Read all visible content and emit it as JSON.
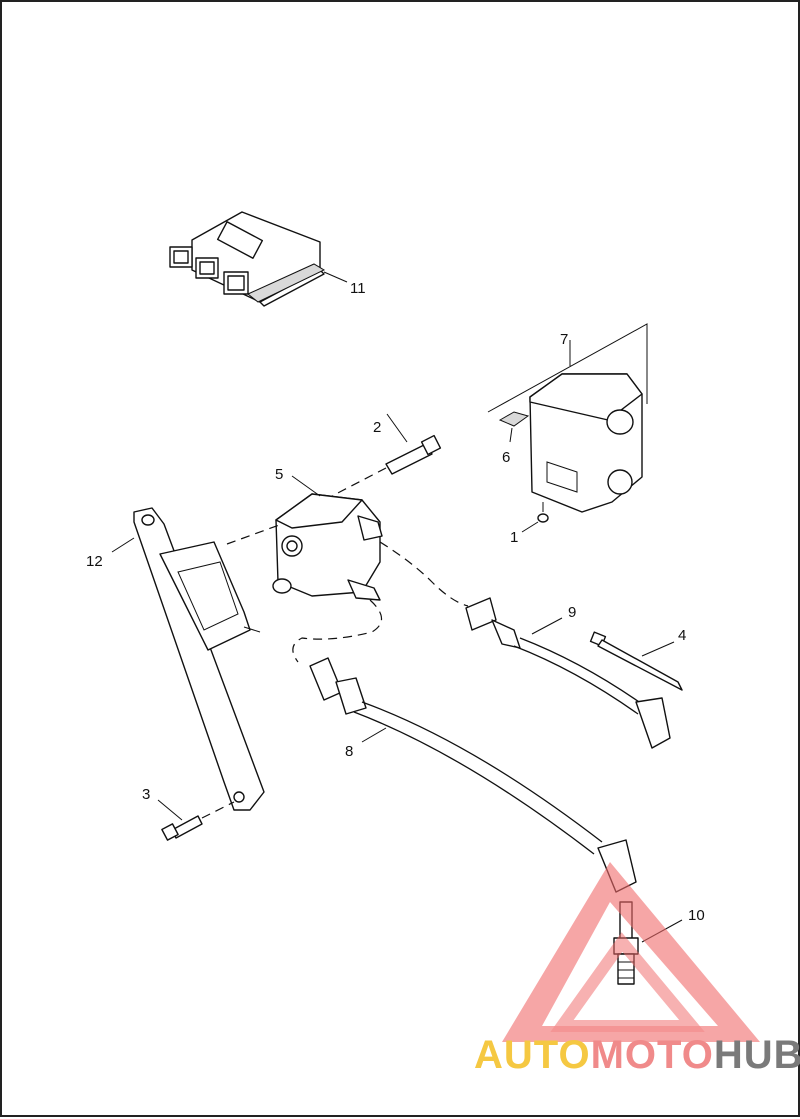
{
  "diagram": {
    "callouts": [
      {
        "id": "1",
        "label": "1"
      },
      {
        "id": "2",
        "label": "2"
      },
      {
        "id": "3",
        "label": "3"
      },
      {
        "id": "4",
        "label": "4"
      },
      {
        "id": "5",
        "label": "5"
      },
      {
        "id": "6",
        "label": "6"
      },
      {
        "id": "7",
        "label": "7"
      },
      {
        "id": "8",
        "label": "8"
      },
      {
        "id": "9",
        "label": "9"
      },
      {
        "id": "10",
        "label": "10"
      },
      {
        "id": "11",
        "label": "11"
      },
      {
        "id": "12",
        "label": "12"
      }
    ]
  },
  "watermark": {
    "part1": "AUTO",
    "part2": "MOTO",
    "part3": "HUB",
    "color1": "#f5c842",
    "color2": "#f08a8a",
    "color3": "#7a7a7a",
    "triangle_color": "#f06a6a"
  }
}
